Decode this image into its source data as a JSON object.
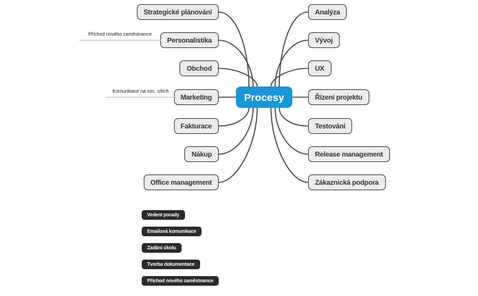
{
  "root": {
    "label": "Procesy"
  },
  "left_branches": [
    {
      "label": "Strategické plánování"
    },
    {
      "label": "Personalistika",
      "annotation": "Příchod nového zaměstnance"
    },
    {
      "label": "Obchod"
    },
    {
      "label": "Marketing",
      "annotation": "Komunikace na soc. sítích"
    },
    {
      "label": "Fakturace"
    },
    {
      "label": "Nákup"
    },
    {
      "label": "Office management"
    }
  ],
  "right_branches": [
    {
      "label": "Analýza"
    },
    {
      "label": "Vývoj"
    },
    {
      "label": "UX"
    },
    {
      "label": "Řízení projektu"
    },
    {
      "label": "Testování"
    },
    {
      "label": "Release management"
    },
    {
      "label": "Zákaznická podpora"
    }
  ],
  "tags": [
    {
      "label": "Vedení porady"
    },
    {
      "label": "Emailová komunikace"
    },
    {
      "label": "Zadání úkolu"
    },
    {
      "label": "Tvorba dokumentace"
    },
    {
      "label": "Příchod nového zaměstnance"
    }
  ],
  "colors": {
    "root_bg": "#1a95d5",
    "root_text": "#ffffff",
    "node_bg": "#ececec",
    "node_border": "#454545",
    "node_text": "#333333",
    "tag_bg": "#2b2b2b",
    "tag_text": "#ffffff",
    "connector": "#4a4a4a",
    "annotation_line": "#c0c0c0"
  }
}
